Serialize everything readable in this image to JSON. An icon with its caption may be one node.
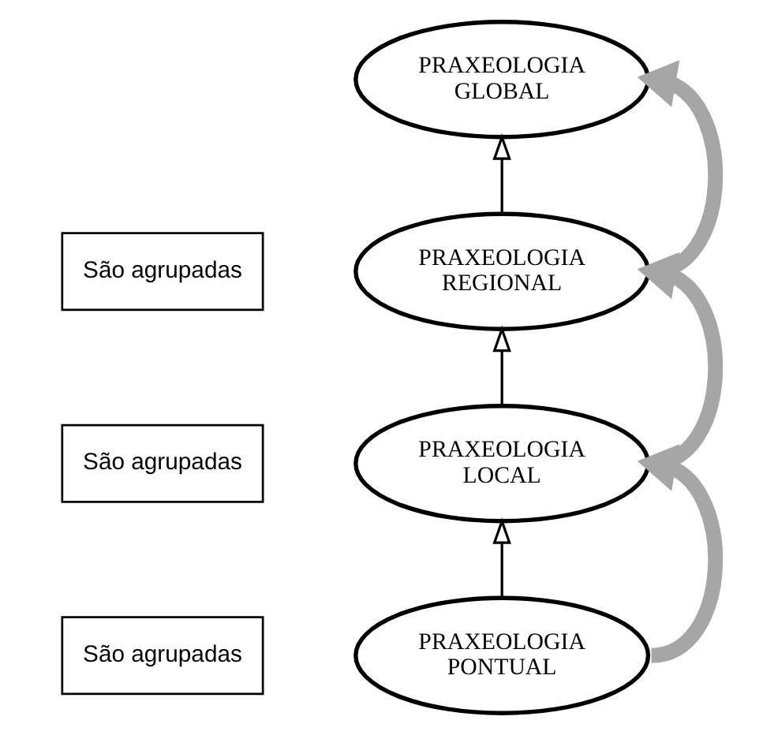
{
  "diagram": {
    "nodes": [
      {
        "text": [
          "PRAXEOLOGIA GLOBAL"
        ]
      },
      {
        "text": [
          "São agrupadas"
        ]
      },
      {
        "text": [
          "PRAXEOLOGIA REGIONAL"
        ]
      },
      {
        "text": [
          "São agrupadas"
        ]
      },
      {
        "text": [
          "PRAXEOLOGIA LOCAL"
        ]
      },
      {
        "text": [
          "São agrupadas"
        ]
      },
      {
        "text": [
          "PRAXEOLOGIA PONTUAL"
        ]
      }
    ],
    "edges": [
      {
        "from": 2,
        "to": 0,
        "arrow": "to"
      },
      {
        "from": 4,
        "to": 2,
        "arrow": "to"
      },
      {
        "from": 6,
        "to": 4,
        "arrow": "to"
      },
      {
        "from": 6,
        "to": 4,
        "arrow": "to",
        "style": "thick",
        "color": "#a6a6a6"
      },
      {
        "from": 4,
        "to": 2,
        "arrow": "to",
        "style": "thick",
        "color": "#a6a6a6"
      },
      {
        "from": 2,
        "to": 0,
        "arrow": "to",
        "style": "thick",
        "color": "#a6a6a6"
      }
    ]
  }
}
